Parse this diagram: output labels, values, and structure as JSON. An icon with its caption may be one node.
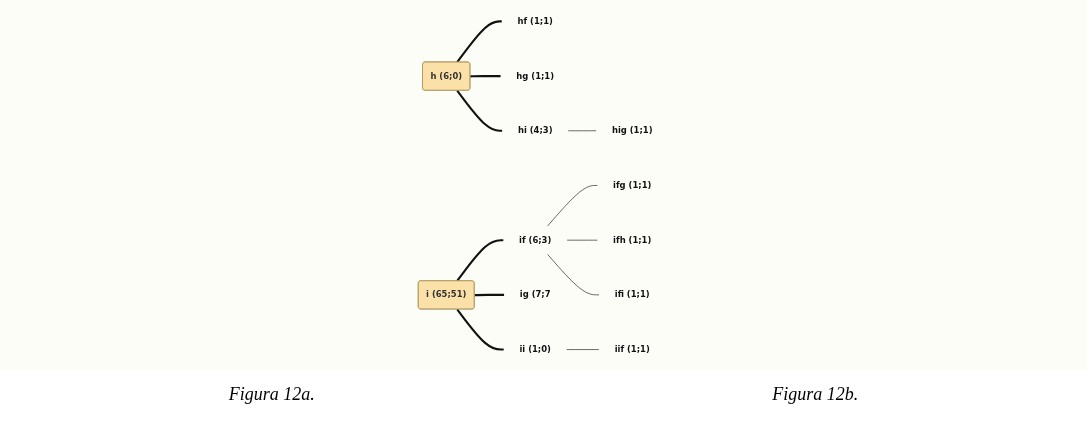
{
  "diagram": {
    "nodes": [
      {
        "text": [
          "h (6;0)"
        ]
      },
      {
        "text": [
          "hf (1;1)"
        ]
      },
      {
        "text": [
          "hg (1;1)"
        ]
      },
      {
        "text": [
          "hi (4;3)"
        ]
      },
      {
        "text": [
          "hig (1;1)"
        ]
      },
      {
        "text": [
          "i (65;51)"
        ]
      },
      {
        "text": [
          "if (6;3)"
        ]
      },
      {
        "text": [
          "ifg (1;1)"
        ]
      },
      {
        "text": [
          "ifh (1;1)"
        ]
      },
      {
        "text": [
          "ifi (1;1)"
        ]
      },
      {
        "text": [
          "ig (7;7"
        ]
      },
      {
        "text": [
          "ii (1;0)"
        ]
      },
      {
        "text": [
          "iif (1;1)"
        ]
      }
    ],
    "edges": [
      {
        "from": 0,
        "to": 1,
        "arrow": "none"
      },
      {
        "from": 0,
        "to": 2,
        "arrow": "none"
      },
      {
        "from": 0,
        "to": 3,
        "arrow": "none"
      },
      {
        "from": 3,
        "to": 4,
        "arrow": "none"
      },
      {
        "from": 5,
        "to": 6,
        "arrow": "none"
      },
      {
        "from": 6,
        "to": 7,
        "arrow": "none"
      },
      {
        "from": 6,
        "to": 8,
        "arrow": "none"
      },
      {
        "from": 6,
        "to": 9,
        "arrow": "none"
      },
      {
        "from": 5,
        "to": 10,
        "arrow": "none"
      },
      {
        "from": 5,
        "to": 11,
        "arrow": "none"
      },
      {
        "from": 11,
        "to": 12,
        "arrow": "none"
      }
    ],
    "labels": [
      "Figura 12a.",
      "Figura 12b."
    ]
  }
}
